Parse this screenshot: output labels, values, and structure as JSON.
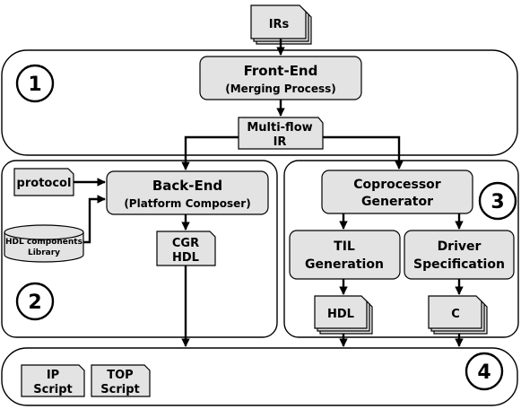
{
  "inputs": {
    "irs": "IRs"
  },
  "stage_numbers": {
    "one": "1",
    "two": "2",
    "three": "3",
    "four": "4"
  },
  "front_end": {
    "title": "Front-End",
    "subtitle": "(Merging Process)"
  },
  "multiflow": {
    "line1": "Multi-flow",
    "line2": "IR"
  },
  "protocol": "protocol",
  "hdl_library": {
    "line1": "HDL components",
    "line2": "Library"
  },
  "back_end": {
    "title": "Back-End",
    "subtitle": "(Platform Composer)"
  },
  "cgr_hdl": {
    "line1": "CGR",
    "line2": "HDL"
  },
  "coprocessor": {
    "line1": "Coprocessor",
    "line2": "Generator"
  },
  "til": {
    "line1": "TIL",
    "line2": "Generation"
  },
  "driver": {
    "line1": "Driver",
    "line2": "Specification"
  },
  "hdl_out": "HDL",
  "c_out": "C",
  "ip_script": {
    "line1": "IP",
    "line2": "Script"
  },
  "top_script": {
    "line1": "TOP",
    "line2": "Script"
  },
  "colors": {
    "box_fill": "#e3e3e3",
    "stroke": "#000000"
  }
}
